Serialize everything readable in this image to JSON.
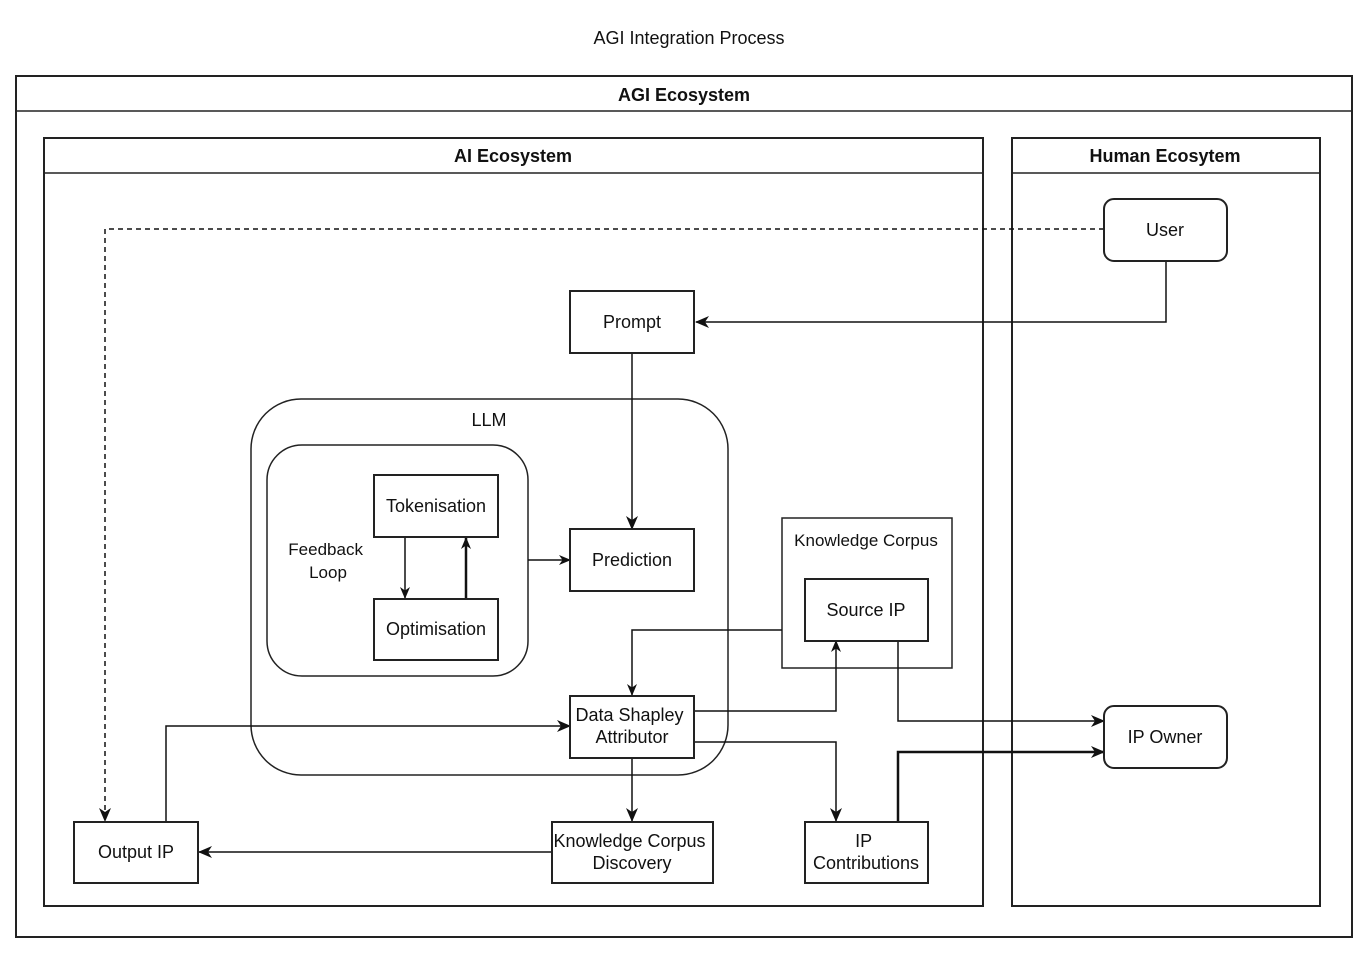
{
  "diagram": {
    "title": "AGI Integration Process",
    "containers": {
      "agi": "AGI Ecosystem",
      "ai": "AI Ecosystem",
      "human": "Human Ecosytem",
      "llm": "LLM",
      "knowledge_corpus": "Knowledge Corpus"
    },
    "feedback_loop": [
      "Feedback",
      "Loop"
    ],
    "nodes": {
      "user": "User",
      "prompt": "Prompt",
      "tokenisation": "Tokenisation",
      "optimisation": "Optimisation",
      "prediction": "Prediction",
      "source_ip": "Source IP",
      "data_shapley": [
        "Data Shapley",
        "Attributor"
      ],
      "ip_owner": "IP Owner",
      "output_ip": "Output IP",
      "kc_discovery": [
        "Knowledge Corpus",
        "Discovery"
      ],
      "ip_contributions": [
        "IP",
        "Contributions"
      ]
    },
    "edges": [
      {
        "from": "User",
        "to": "Prompt",
        "style": "solid"
      },
      {
        "from": "User",
        "to": "Output IP",
        "style": "dashed"
      },
      {
        "from": "Prompt",
        "to": "Prediction",
        "style": "solid"
      },
      {
        "from": "Tokenisation",
        "to": "Optimisation",
        "style": "solid"
      },
      {
        "from": "Optimisation",
        "to": "Tokenisation",
        "style": "bold"
      },
      {
        "from": "Feedback Loop",
        "to": "Prediction",
        "style": "solid"
      },
      {
        "from": "Knowledge Corpus",
        "to": "Data Shapley Attributor",
        "style": "solid"
      },
      {
        "from": "Data Shapley Attributor",
        "to": "Source IP",
        "style": "solid"
      },
      {
        "from": "Source IP",
        "to": "IP Owner",
        "style": "solid"
      },
      {
        "from": "Data Shapley Attributor",
        "to": "IP Contributions",
        "style": "solid"
      },
      {
        "from": "IP Contributions",
        "to": "IP Owner",
        "style": "bold"
      },
      {
        "from": "Data Shapley Attributor",
        "to": "Knowledge Corpus Discovery",
        "style": "solid"
      },
      {
        "from": "Knowledge Corpus Discovery",
        "to": "Output IP",
        "style": "solid"
      },
      {
        "from": "Output IP",
        "to": "Data Shapley Attributor",
        "style": "solid"
      }
    ]
  }
}
